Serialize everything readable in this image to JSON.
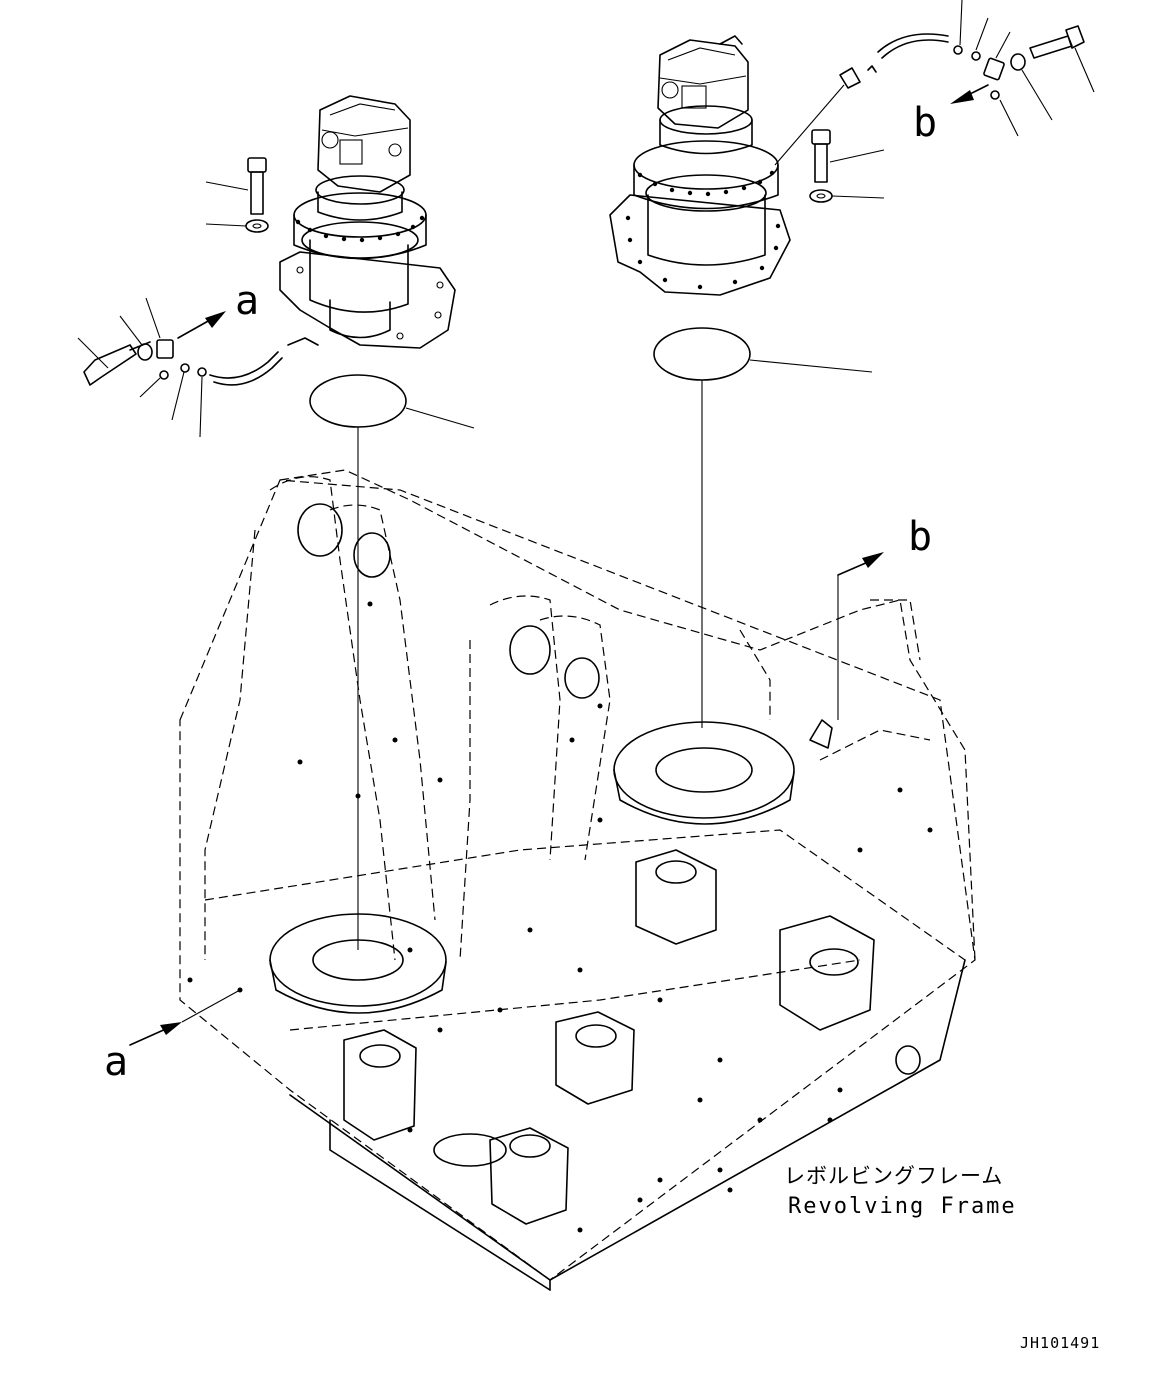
{
  "callouts": {
    "a_top": "a",
    "a_bottom": "a",
    "b_top": "b",
    "b_right": "b"
  },
  "frame_label": {
    "japanese": "レボルビングフレーム",
    "english": "Revolving Frame"
  },
  "document_id": "JH101491"
}
